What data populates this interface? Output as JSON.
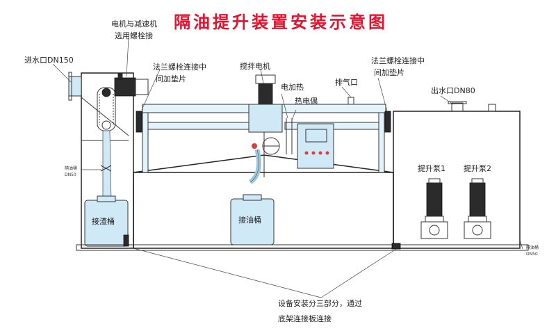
{
  "title": "隔油提升装置安装示意图",
  "labels": {
    "motor_reducer": [
      "电机与减速机",
      "选用螺栓接"
    ],
    "inlet": "进水口DN150",
    "flange_left": [
      "法兰螺栓连接中",
      "间加垫片"
    ],
    "stirring_motor": "搅拌电机",
    "electric_heat": "电加热",
    "thermocouple": "热电偶",
    "vent": "排气口",
    "flange_right": [
      "法兰螺栓连接中",
      "间加垫片"
    ],
    "outlet": "出水口DN80",
    "pump1": "提升泵1",
    "pump2": "提升泵2",
    "bucket_left": "接渣桶",
    "bucket_mid": "接油桶",
    "small_left": [
      "隔油桶",
      "DN50"
    ],
    "small_right": [
      "隔油桶",
      "DN50"
    ],
    "note": [
      "设备安装分三部分，通过",
      "底架连接板连接"
    ]
  }
}
